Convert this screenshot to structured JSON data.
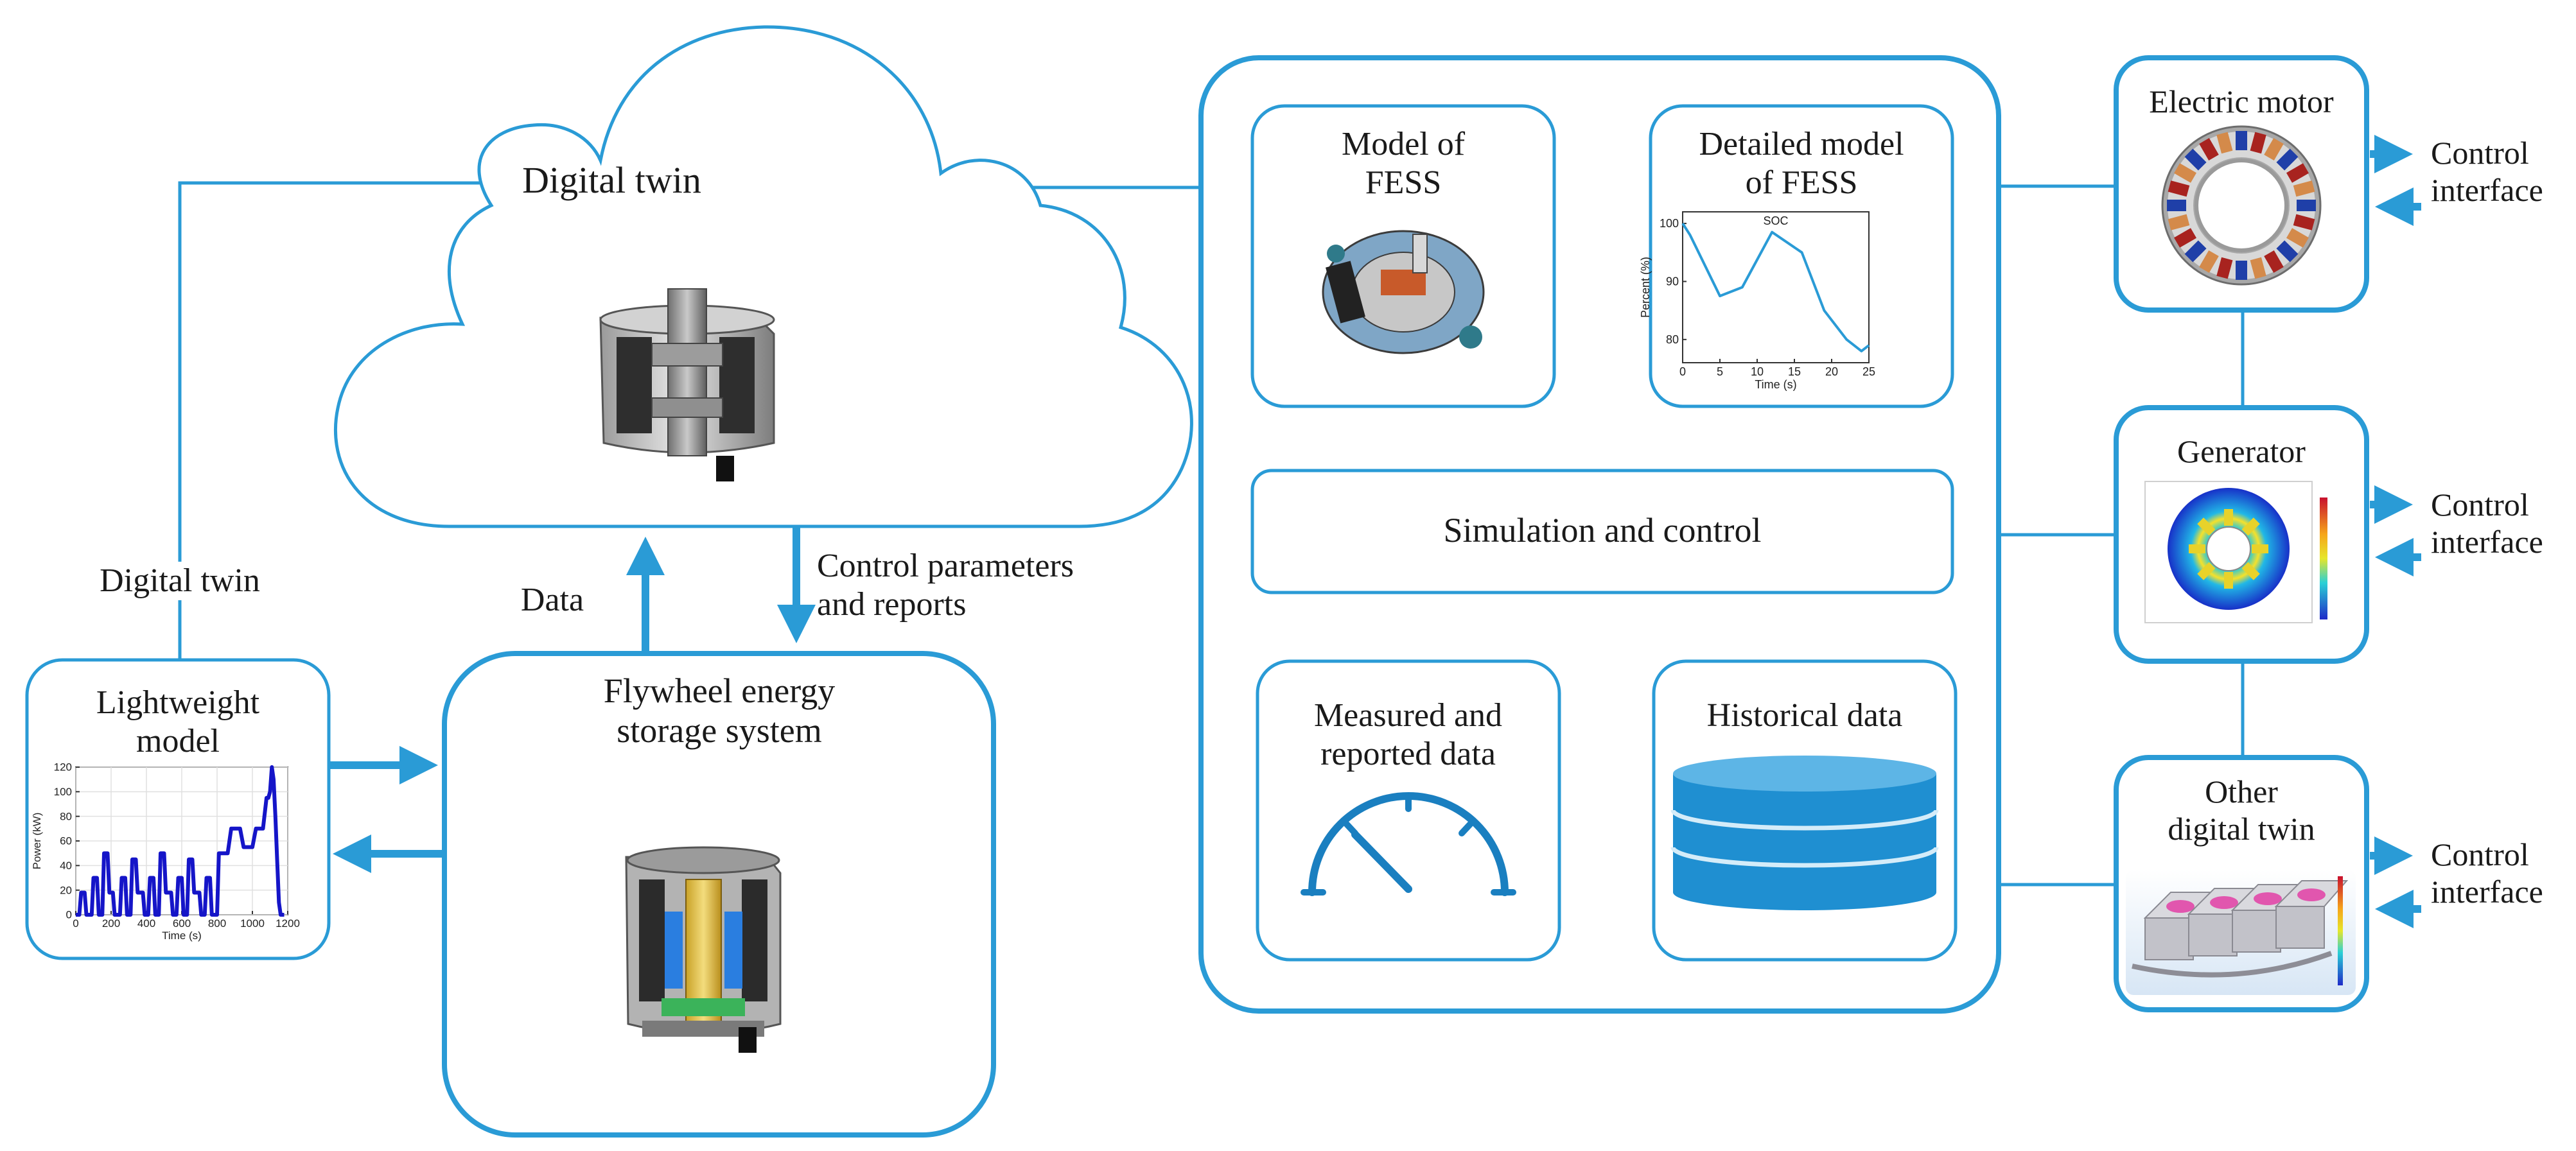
{
  "colors": {
    "accent": "#2a9bd6",
    "text": "#1a1a1a",
    "plot_line": "#1515c8",
    "db_blue": "#1f8fd1"
  },
  "cloud": {
    "title": "Digital twin"
  },
  "left_link": {
    "label": "Digital twin"
  },
  "arrows": {
    "data_label": "Data",
    "control_label": "Control parameters\nand reports"
  },
  "lightweight": {
    "title": "Lightweight\nmodel"
  },
  "fess": {
    "title": "Flywheel energy\nstorage system"
  },
  "model_fess": {
    "title": "Model of\nFESS"
  },
  "detailed": {
    "title": "Detailed model\nof FESS"
  },
  "simulation": {
    "label": "Simulation and control"
  },
  "measured": {
    "title": "Measured and\nreported data"
  },
  "historical": {
    "title": "Historical data"
  },
  "motor": {
    "title": "Electric motor",
    "control": "Control\ninterface"
  },
  "generator": {
    "title": "Generator",
    "control": "Control\ninterface"
  },
  "other": {
    "title": "Other\ndigital twin",
    "control": "Control\ninterface"
  },
  "chart_data": [
    {
      "type": "line",
      "title": "",
      "xlabel": "Time (s)",
      "ylabel": "Power (kW)",
      "xlim": [
        0,
        1200
      ],
      "ylim": [
        0,
        120
      ],
      "xticks": [
        "0",
        "200",
        "400",
        "600",
        "800",
        "1000",
        "1200"
      ],
      "yticks": [
        "0",
        "20",
        "40",
        "60",
        "80",
        "100",
        "120"
      ],
      "grid": true,
      "series": [
        {
          "x": [
            0,
            20,
            30,
            50,
            60,
            90,
            100,
            120,
            130,
            150,
            160,
            180,
            190,
            210,
            220,
            250,
            260,
            280,
            290,
            310,
            320,
            340,
            350,
            380,
            390,
            410,
            420,
            440,
            450,
            470,
            480,
            500,
            510,
            540,
            550,
            570,
            580,
            600,
            610,
            630,
            640,
            660,
            670,
            700,
            710,
            730,
            740,
            760,
            770,
            800,
            810,
            830,
            860,
            880,
            930,
            950,
            1000,
            1020,
            1060,
            1080,
            1090,
            1100,
            1110,
            1120,
            1130,
            1140,
            1150,
            1160,
            1180
          ],
          "y": [
            0,
            0,
            18,
            18,
            0,
            0,
            30,
            30,
            0,
            0,
            50,
            50,
            18,
            18,
            0,
            0,
            30,
            30,
            0,
            0,
            45,
            45,
            18,
            18,
            0,
            0,
            30,
            30,
            0,
            0,
            50,
            50,
            18,
            18,
            0,
            0,
            30,
            30,
            0,
            0,
            45,
            45,
            18,
            18,
            0,
            0,
            30,
            30,
            0,
            0,
            50,
            50,
            50,
            70,
            70,
            55,
            55,
            70,
            70,
            95,
            95,
            100,
            120,
            110,
            80,
            45,
            10,
            0,
            0
          ]
        }
      ]
    },
    {
      "type": "line",
      "title": "SOC",
      "xlabel": "Time (s)",
      "ylabel": "Percent (%)",
      "xlim": [
        0,
        25
      ],
      "ylim": [
        76,
        102
      ],
      "xticks": [
        "0",
        "5",
        "10",
        "15",
        "20",
        "25"
      ],
      "yticks": [
        "80",
        "90",
        "100"
      ],
      "grid": false,
      "series": [
        {
          "x": [
            0,
            1,
            5,
            8,
            12,
            16,
            19,
            22,
            24,
            25
          ],
          "y": [
            100,
            98,
            87.5,
            89,
            98.5,
            95,
            85,
            80,
            78,
            79
          ]
        }
      ]
    }
  ]
}
